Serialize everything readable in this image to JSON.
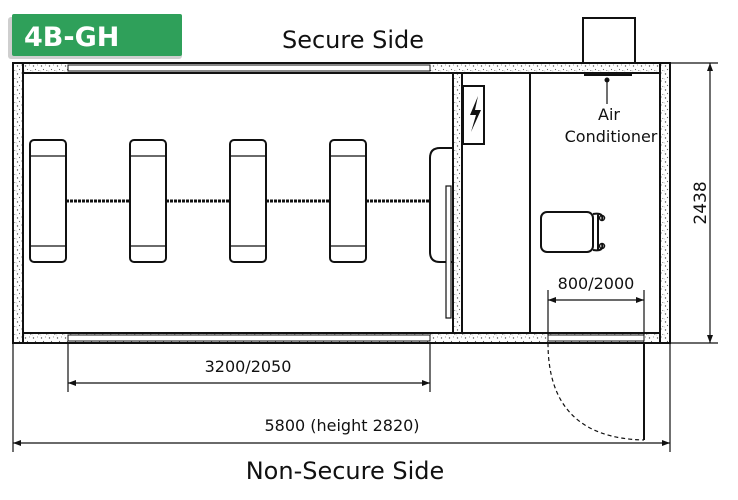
{
  "badge": {
    "text": "4B-GH",
    "color": "#2fa05a"
  },
  "labels": {
    "secure_side": "Secure Side",
    "non_secure_side": "Non-Secure Side",
    "air_conditioner_line1": "Air",
    "air_conditioner_line2": "Conditioner"
  },
  "dimensions": {
    "overall_width": "5800 (height 2820)",
    "inner_width": "3200/2050",
    "door_width": "800/2000",
    "depth": "2438"
  },
  "icons": {
    "electrical_panel": "lightning-bolt-icon"
  }
}
